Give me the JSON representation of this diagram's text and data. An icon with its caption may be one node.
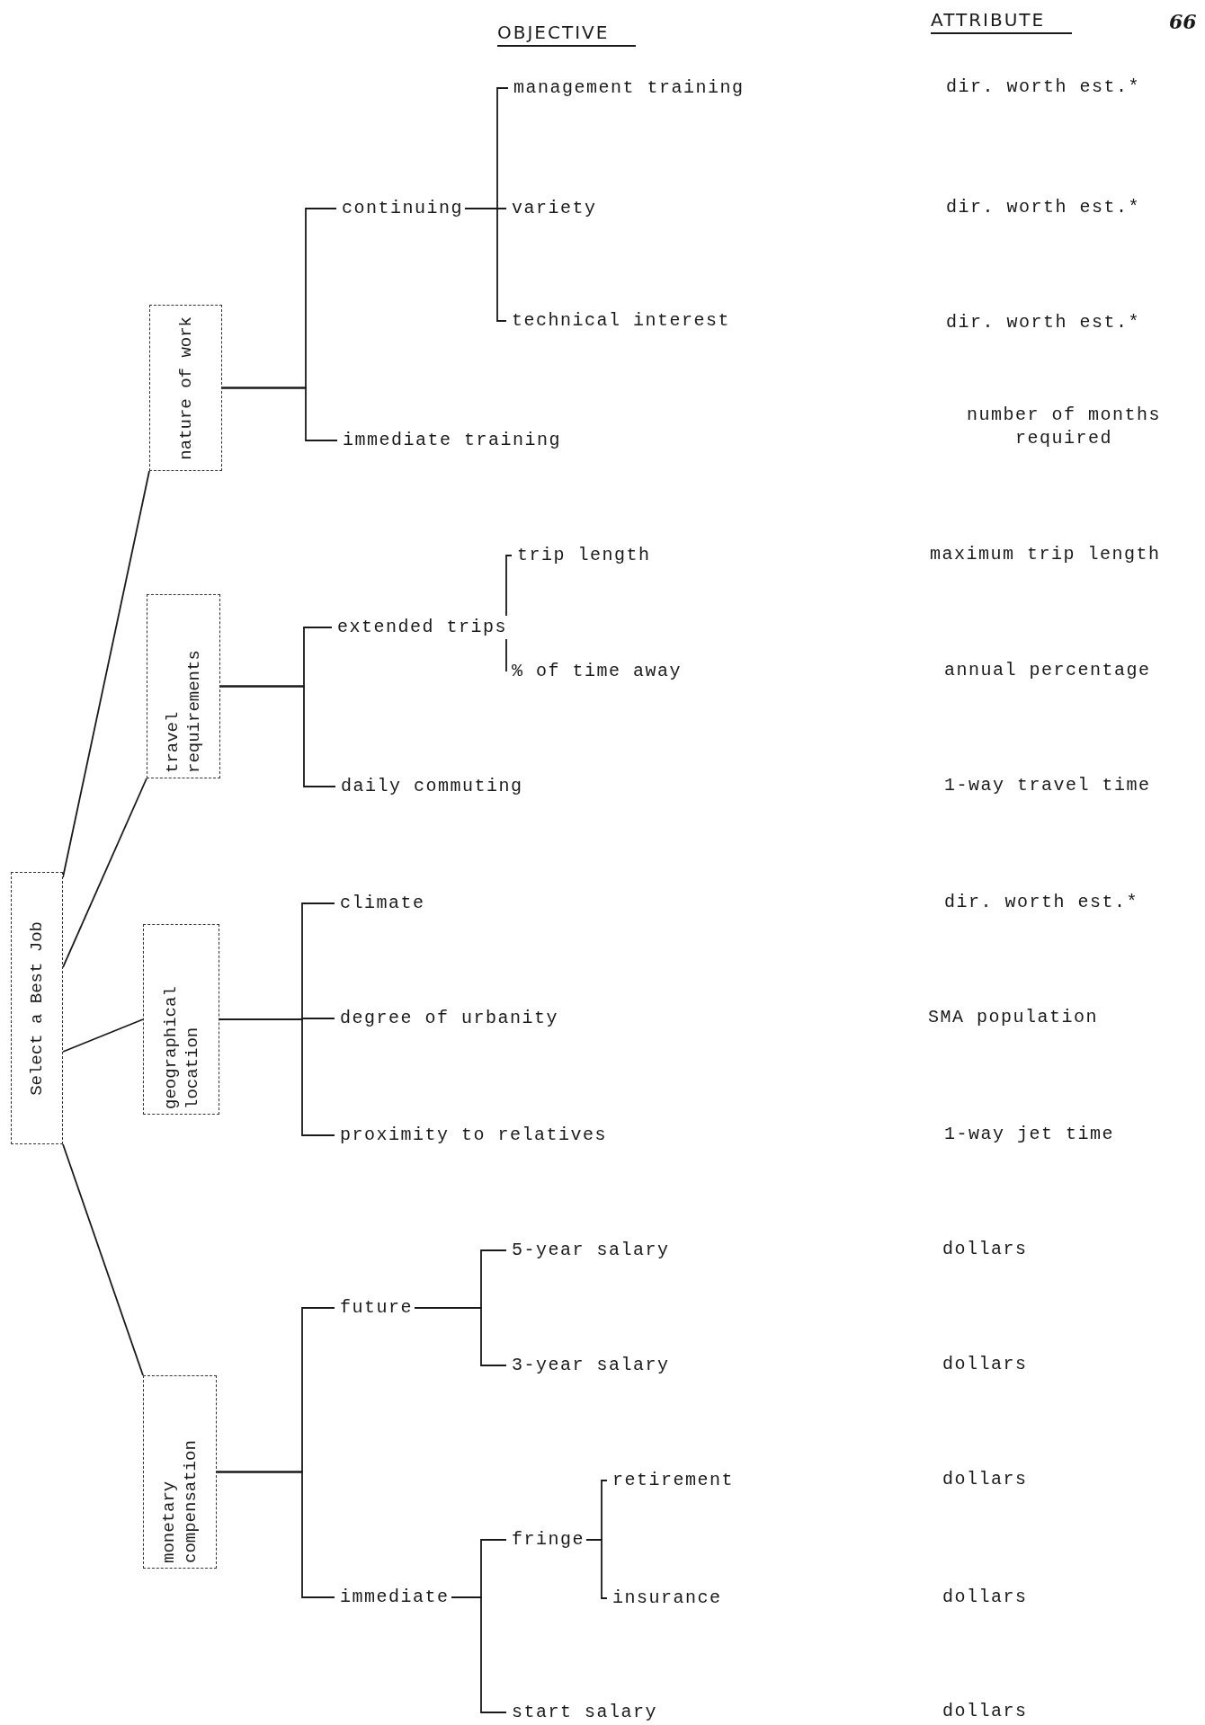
{
  "diagram": {
    "nodes": [
      {
        "text": [
          "Select a Best Job"
        ]
      },
      {
        "text": [
          "nature of work"
        ]
      },
      {
        "text": [
          "travel requirements"
        ]
      },
      {
        "text": [
          "geographical location"
        ]
      },
      {
        "text": [
          "monetary compensation"
        ]
      },
      {
        "text": [
          "continuing"
        ]
      },
      {
        "text": [
          "management training"
        ]
      },
      {
        "text": [
          "variety"
        ]
      },
      {
        "text": [
          "technical interest"
        ]
      },
      {
        "text": [
          "immediate training"
        ]
      },
      {
        "text": [
          "extended trips"
        ]
      },
      {
        "text": [
          "trip length"
        ]
      },
      {
        "text": [
          "% of time away"
        ]
      },
      {
        "text": [
          "daily commuting"
        ]
      },
      {
        "text": [
          "climate"
        ]
      },
      {
        "text": [
          "degree of urbanity"
        ]
      },
      {
        "text": [
          "proximity to relatives"
        ]
      },
      {
        "text": [
          "future"
        ]
      },
      {
        "text": [
          "5-year salary"
        ]
      },
      {
        "text": [
          "3-year salary"
        ]
      },
      {
        "text": [
          "immediate"
        ]
      },
      {
        "text": [
          "fringe"
        ]
      },
      {
        "text": [
          "retirement"
        ]
      },
      {
        "text": [
          "insurance"
        ]
      },
      {
        "text": [
          "start salary"
        ]
      }
    ],
    "edges": [
      {
        "from": 0,
        "to": 1,
        "arrow": "none"
      },
      {
        "from": 0,
        "to": 2,
        "arrow": "none"
      },
      {
        "from": 0,
        "to": 3,
        "arrow": "none"
      },
      {
        "from": 0,
        "to": 4,
        "arrow": "none"
      },
      {
        "from": 1,
        "to": 5,
        "arrow": "none"
      },
      {
        "from": 1,
        "to": 9,
        "arrow": "none"
      },
      {
        "from": 5,
        "to": 6,
        "arrow": "none"
      },
      {
        "from": 5,
        "to": 7,
        "arrow": "none"
      },
      {
        "from": 5,
        "to": 8,
        "arrow": "none"
      },
      {
        "from": 2,
        "to": 10,
        "arrow": "none"
      },
      {
        "from": 2,
        "to": 13,
        "arrow": "none"
      },
      {
        "from": 10,
        "to": 11,
        "arrow": "none"
      },
      {
        "from": 10,
        "to": 12,
        "arrow": "none"
      },
      {
        "from": 3,
        "to": 14,
        "arrow": "none"
      },
      {
        "from": 3,
        "to": 15,
        "arrow": "none"
      },
      {
        "from": 3,
        "to": 16,
        "arrow": "none"
      },
      {
        "from": 4,
        "to": 17,
        "arrow": "none"
      },
      {
        "from": 4,
        "to": 20,
        "arrow": "none"
      },
      {
        "from": 17,
        "to": 18,
        "arrow": "none"
      },
      {
        "from": 17,
        "to": 19,
        "arrow": "none"
      },
      {
        "from": 20,
        "to": 21,
        "arrow": "none"
      },
      {
        "from": 20,
        "to": 24,
        "arrow": "none"
      },
      {
        "from": 21,
        "to": 22,
        "arrow": "none"
      },
      {
        "from": 21,
        "to": 23,
        "arrow": "none"
      }
    ],
    "labels": [
      "OBJECTIVE",
      "ATTRIBUTE",
      "66",
      "dir. worth est.*",
      "dir. worth est.*",
      "dir. worth est.*",
      "number of months required",
      "maximum trip length",
      "annual percentage",
      "1-way travel time",
      "dir. worth est.*",
      "SMA population",
      "1-way jet time",
      "dollars",
      "dollars",
      "dollars",
      "dollars",
      "dollars"
    ]
  }
}
